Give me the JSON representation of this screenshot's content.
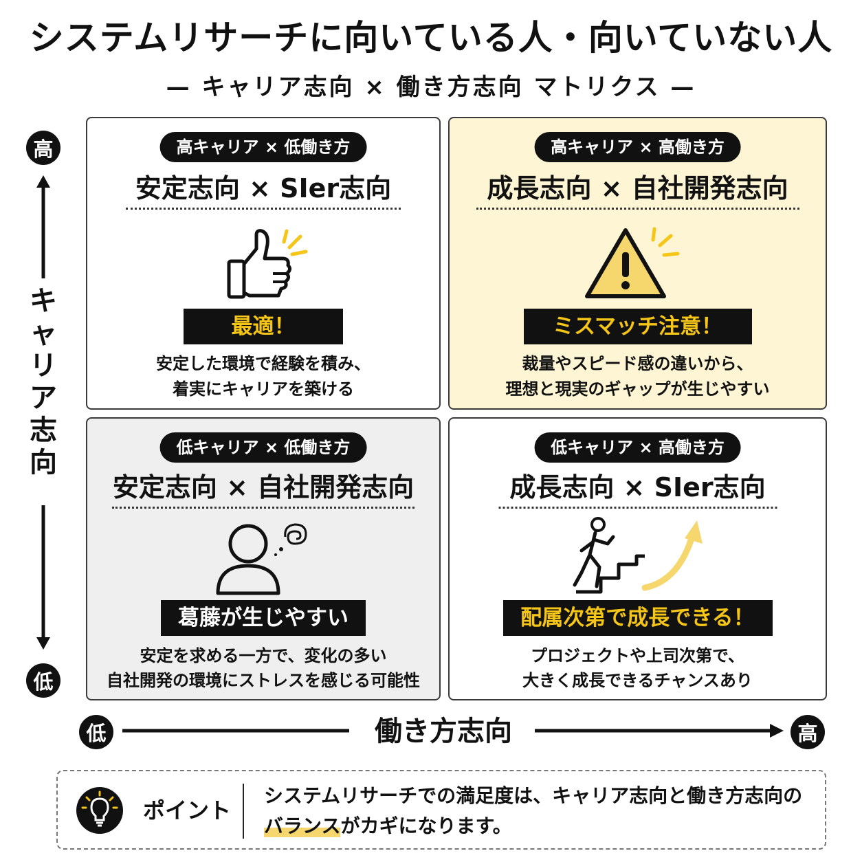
{
  "title": "システムリサーチに向いている人・向いていない人",
  "subtitle": "— キャリア志向 × 働き方志向 マトリクス —",
  "y_axis": {
    "high": "高",
    "label": "キャリア志向",
    "low": "低"
  },
  "x_axis": {
    "low": "低",
    "label": "働き方志向",
    "high": "高"
  },
  "quadrants": {
    "top_left": {
      "tag": "高キャリア × 低働き方",
      "heading": "安定志向 × SIer志向",
      "icon": "thumbs-up-icon",
      "verdict": "最適！",
      "desc_line1": "安定した環境で経験を積み、",
      "desc_line2": "着実にキャリアを築ける"
    },
    "top_right": {
      "tag": "高キャリア × 高働き方",
      "heading": "成長志向 × 自社開発志向",
      "icon": "warning-icon",
      "verdict": "ミスマッチ注意！",
      "desc_line1": "裁量やスピード感の違いから、",
      "desc_line2": "理想と現実のギャップが生じやすい"
    },
    "bottom_left": {
      "tag": "低キャリア × 低働き方",
      "heading": "安定志向 × 自社開発志向",
      "icon": "stressed-person-icon",
      "verdict": "葛藤が生じやすい",
      "desc_line1": "安定を求める一方で、変化の多い",
      "desc_line2": "自社開発の環境にストレスを感じる可能性"
    },
    "bottom_right": {
      "tag": "低キャリア × 高働き方",
      "heading": "成長志向 × SIer志向",
      "icon": "climbing-stairs-icon",
      "verdict": "配属次第で成長できる！",
      "desc_line1": "プロジェクトや上司次第で、",
      "desc_line2": "大きく成長できるチャンスあり"
    }
  },
  "point": {
    "icon": "lightbulb-icon",
    "label": "ポイント",
    "text_line1": "システムリサーチでの満足度は、キャリア志向と働き方志向の",
    "text_highlight": "バランス",
    "text_rest": "がカギになります。"
  },
  "colors": {
    "accent_yellow": "#f5c518",
    "warning_bg": "#fdf5d3",
    "gray_bg": "#efefef",
    "dark": "#111111"
  }
}
